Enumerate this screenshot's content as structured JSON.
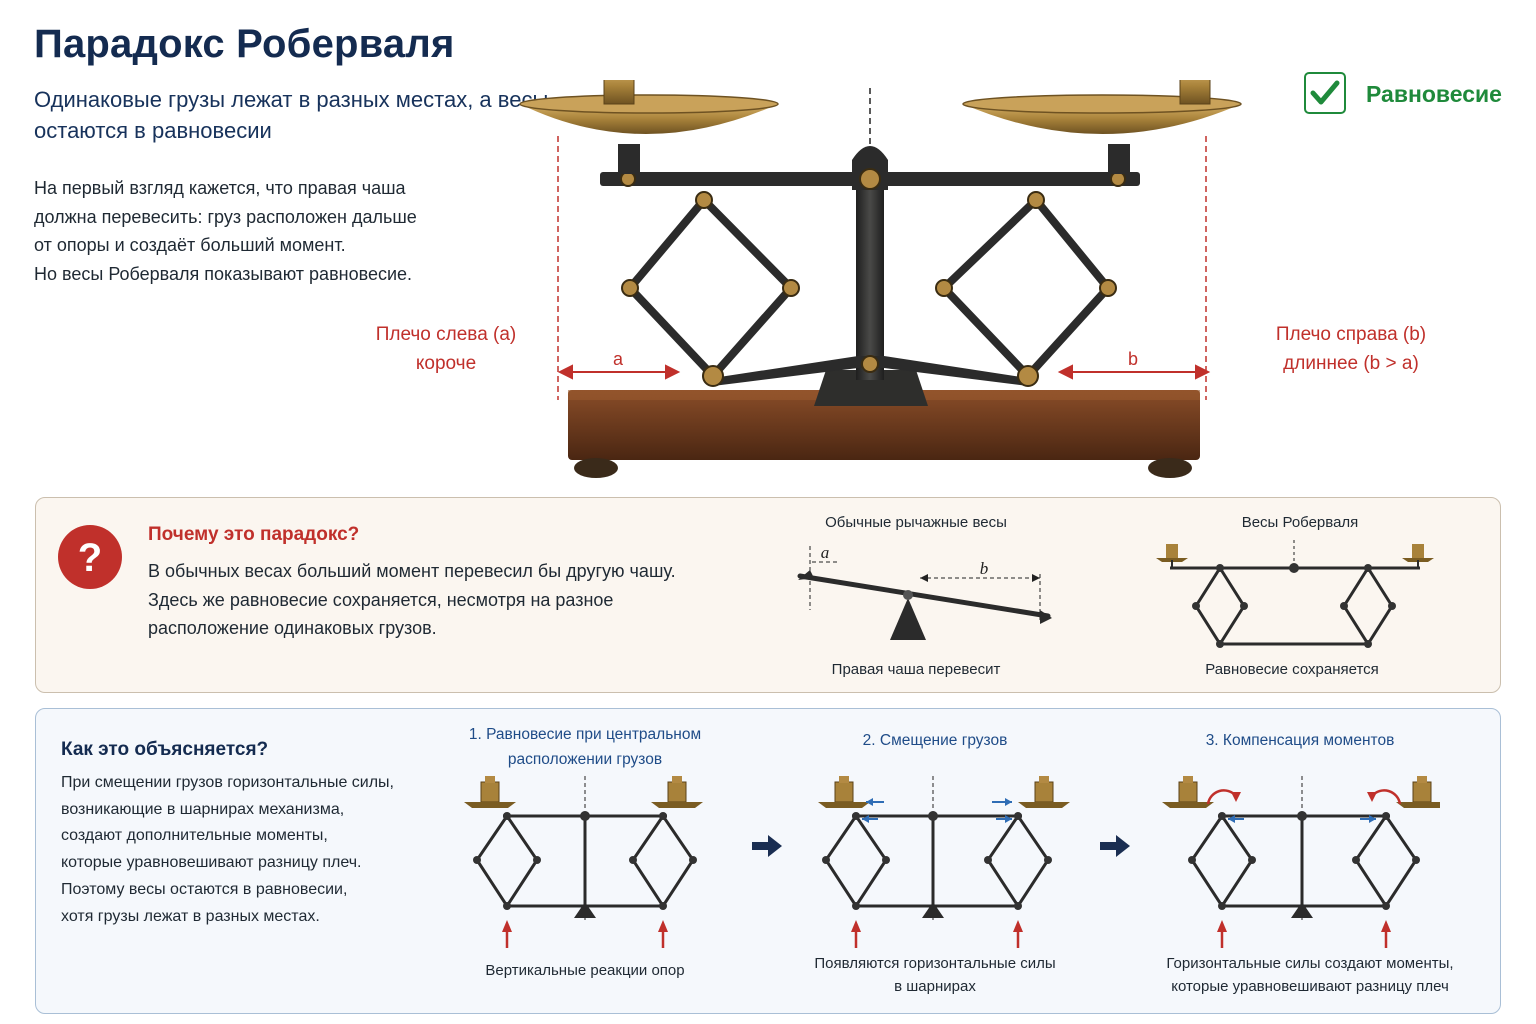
{
  "title": "Парадокс Роберваля",
  "subtitle": "Одинаковые грузы лежат в разных местах, а весы остаются в равновесии",
  "intro": [
    "На первый взгляд кажется, что правая чаша",
    "должна перевесить: груз расположен дальше",
    "от опоры и создаёт больший момент.",
    "Но весы Роберваля показывают равновесие."
  ],
  "equilibrium_badge": {
    "label": "Равновесие",
    "color": "#1f8a3b"
  },
  "arm_left": {
    "line1": "Плечо слева (a)",
    "line2": "короче",
    "symbol": "a"
  },
  "arm_right": {
    "line1": "Плечо справа (b)",
    "line2": "длиннее (b > a)",
    "symbol": "b"
  },
  "paradox": {
    "title": "Почему это парадокс?",
    "lines": [
      "В обычных весах больший момент перевесил бы другую чашу.",
      "Здесь же равновесие сохраняется, несмотря на разное",
      "расположение одинаковых грузов."
    ],
    "lever": {
      "title": "Обычные рычажные весы",
      "caption": "Правая чаша перевесит",
      "a": "a",
      "b": "b"
    },
    "roberval": {
      "title": "Весы Роберваля",
      "caption": "Равновесие сохраняется"
    }
  },
  "explain": {
    "title": "Как это объясняется?",
    "lines": [
      "При смещении грузов горизонтальные силы,",
      "возникающие в шарнирах механизма,",
      "создают дополнительные моменты,",
      "которые уравновешивают разницу плеч.",
      "Поэтому весы остаются в равновесии,",
      "хотя грузы лежат в разных местах."
    ],
    "steps": [
      {
        "title_lines": [
          "1. Равновесие при центральном",
          "расположении грузов"
        ],
        "caption_lines": [
          "Вертикальные реакции опор"
        ]
      },
      {
        "title_lines": [
          "2. Смещение грузов"
        ],
        "caption_lines": [
          "Появляются горизонтальные силы",
          "в шарнирах"
        ]
      },
      {
        "title_lines": [
          "3. Компенсация моментов"
        ],
        "caption_lines": [
          "Горизонтальные силы создают моменты,",
          "которые уравновешивают разницу плеч"
        ]
      }
    ]
  },
  "colors": {
    "navy": "#142b50",
    "red": "#c0302b",
    "green": "#1f8a3b",
    "blue": "#2f6db5",
    "brass": "#a8823a",
    "iron": "#2b2b2b",
    "wood": "#6b3a1f"
  }
}
